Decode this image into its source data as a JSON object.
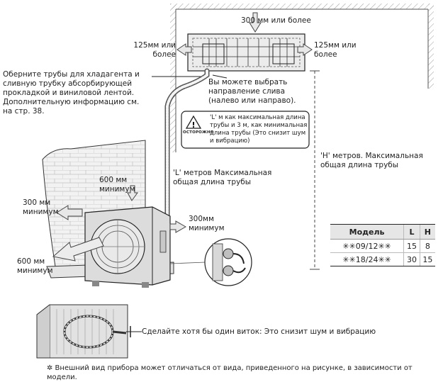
{
  "labels": {
    "top_clearance": "300 мм или более",
    "left_clearance": "125мм или более",
    "right_clearance": "125мм или более",
    "wrap_pipes": "Оберните трубы для хладагента и сливную трубку абсорбирующей прокладкой и виниловой лентой. Дополнительную информацию см. на стр. 38.",
    "drain_direction": "Вы можете выбрать направление слива (налево или направо).",
    "caution_badge": "ОСТОРОЖНО",
    "caution_text": "'L' м как максимальная длина трубы и 3 м, как минимальная длина трубы (Это снизит шум и вибрацию)",
    "h_meters": "'H' метров. Максимальная общая длина трубы",
    "l_meters": "'L' метров Максимальная общая длина трубы",
    "rear_600": "600 мм минимум",
    "left_300": "300 мм минимум",
    "front_600": "600 мм минимум",
    "right_300": "300мм минимум",
    "one_turn": "Сделайте хотя бы один виток: Это снизит шум и вибрацию",
    "footnote": "✲ Внешний вид прибора может отличаться от вида, приведенного на рисунке, в зависимости от модели."
  },
  "table": {
    "headers": [
      "Модель",
      "L",
      "H"
    ],
    "rows": [
      [
        "✳✳09/12✳✳",
        "15",
        "8"
      ],
      [
        "✳✳18/24✳✳",
        "30",
        "15"
      ]
    ]
  },
  "colors": {
    "line": "#222222",
    "gray_unit": "#d8d8d8",
    "wall_hatch": "#bdbdbd",
    "table_header": "#e6e6e6"
  }
}
